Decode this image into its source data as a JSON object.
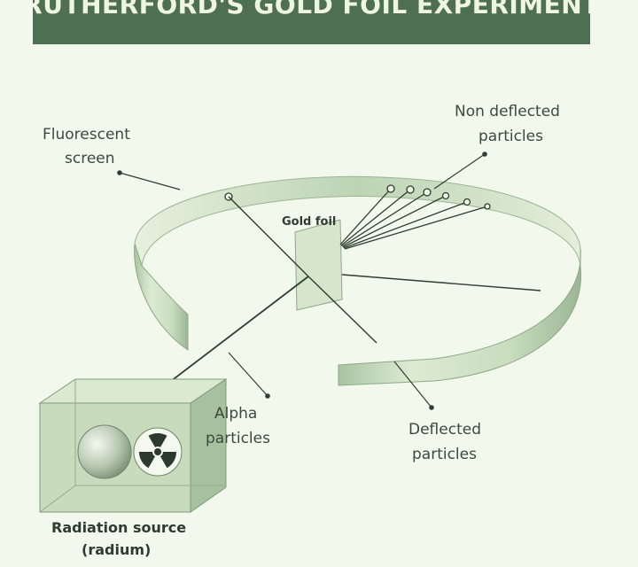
{
  "title": "RUTHERFORD'S GOLD FOIL EXPERIMENT",
  "labels": {
    "fluorescent_screen": [
      "Fluorescent",
      "screen"
    ],
    "non_deflected": [
      "Non deflected",
      "particles"
    ],
    "gold_foil": "Gold foil",
    "alpha": [
      "Alpha",
      "particles"
    ],
    "deflected": [
      "Deflected",
      "particles"
    ],
    "source": [
      "Radiation source",
      "(radium)"
    ]
  },
  "colors": {
    "title_bg": "#4f6f53",
    "background": "#f3f8ec",
    "ring": "#cfe1c4",
    "ring_shadow": "#9fb89a",
    "foil": "#d6e6cc",
    "box": "#c8dcbd",
    "line": "#2f3e31"
  },
  "icons": {
    "radiation": "radiation-icon",
    "sphere": "radium-sphere-icon"
  }
}
